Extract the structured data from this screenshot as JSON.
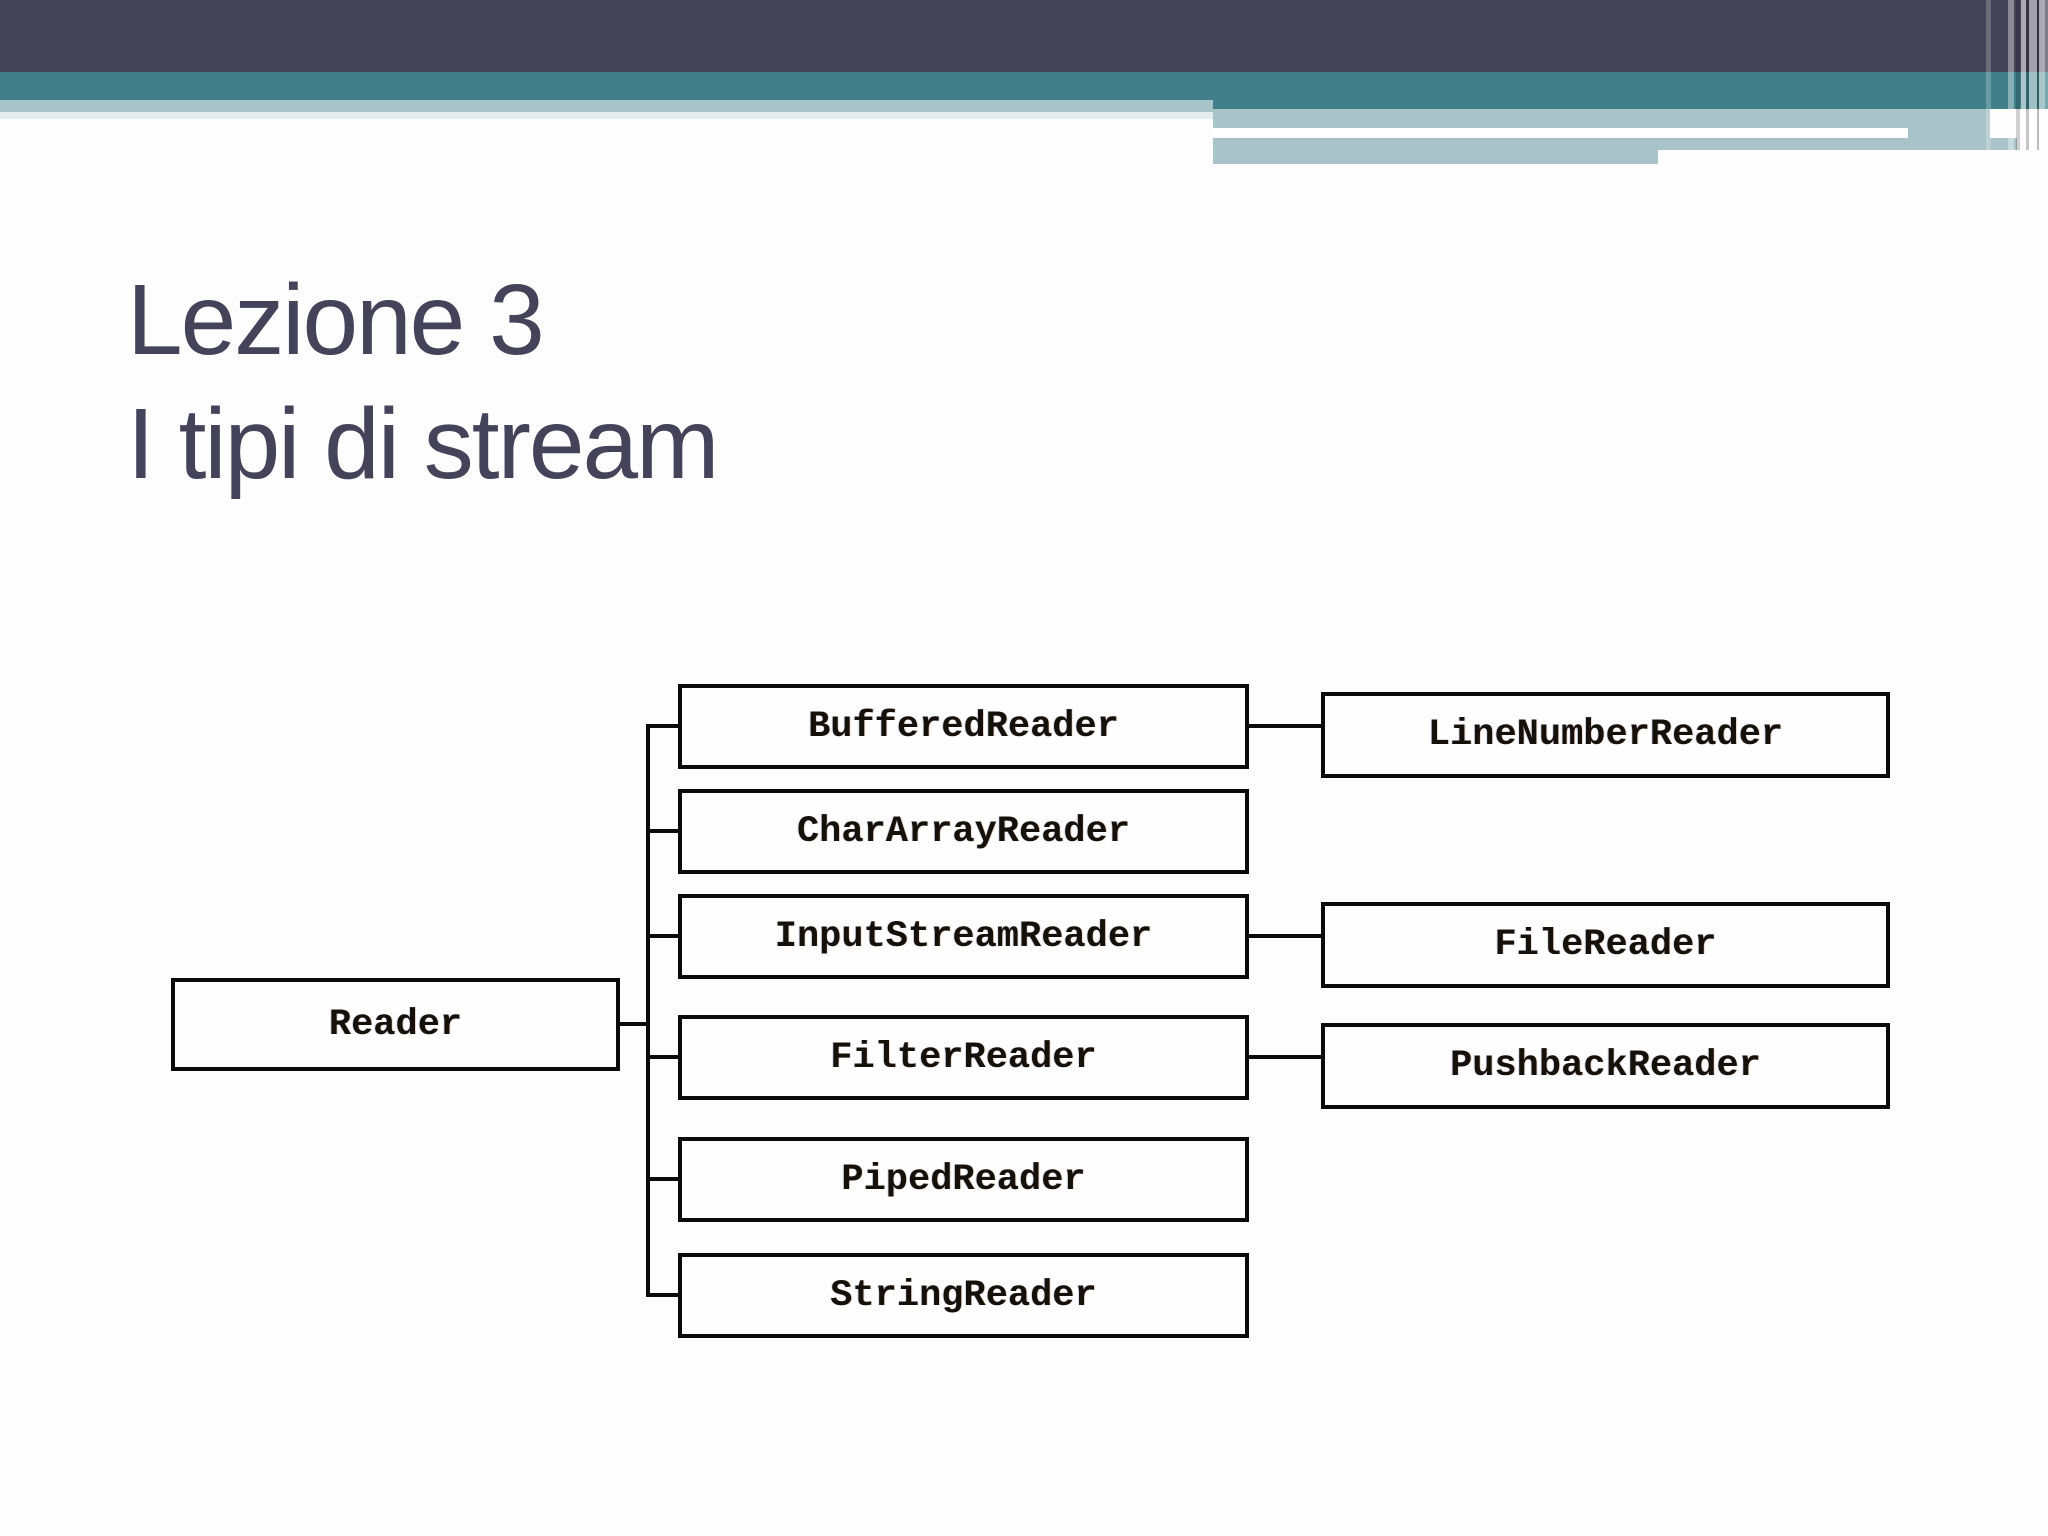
{
  "slide": {
    "title": {
      "line1": "Lezione 3",
      "line2": "I tipi di stream"
    }
  },
  "theme": {
    "header_dark": "#454356",
    "header_teal": "#41808a",
    "header_light_band": "#a9c4c9",
    "title_color": "#45435a",
    "diagram_line_color": "#0a0a0a",
    "background": "#fdfdfd"
  },
  "diagram": {
    "type": "class-hierarchy-tree",
    "root": {
      "label": "Reader"
    },
    "children": [
      {
        "label": "BufferedReader"
      },
      {
        "label": "CharArrayReader"
      },
      {
        "label": "InputStreamReader"
      },
      {
        "label": "FilterReader"
      },
      {
        "label": "PipedReader"
      },
      {
        "label": "StringReader"
      }
    ],
    "grandchildren": [
      {
        "label": "LineNumberReader",
        "parent": "BufferedReader"
      },
      {
        "label": "FileReader",
        "parent": "InputStreamReader"
      },
      {
        "label": "PushbackReader",
        "parent": "FilterReader"
      }
    ]
  }
}
